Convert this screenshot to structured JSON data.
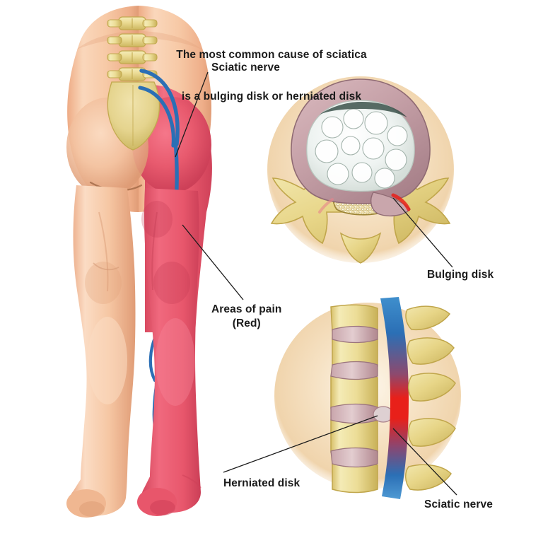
{
  "heading": {
    "line1": "The most common cause of sciatica",
    "line2": "is a bulging disk or herniated disk"
  },
  "labels": {
    "sciatic_nerve_body": "Sciatic nerve",
    "areas_of_pain": "Areas of pain\n(Red)",
    "bulging_disk": "Bulging disk",
    "herniated_disk": "Herniated disk",
    "sciatic_nerve_spine": "Sciatic nerve"
  },
  "colors": {
    "background": "#ffffff",
    "skin": "#f5c4a0",
    "skin_shadow": "#e6a880",
    "skin_highlight": "#fbdcc3",
    "pain_red": "#ea5a6e",
    "pain_red_dark": "#d4455c",
    "nerve_blue": "#2b6fb5",
    "bone_yellow": "#e8d88e",
    "bone_yellow_dark": "#cdb85f",
    "inset_beige": "#f3dab5",
    "disk_mauve": "#c9a6ac",
    "disk_mauve_dark": "#a98189",
    "nucleus_white": "#eef2f0",
    "inflamed_red": "#e8201a",
    "leader_line": "#1b1b1b",
    "text": "#1b1b1b"
  },
  "figures": {
    "body_posterior": {
      "name": "posterior-lower-body",
      "description": "Rear view of lower body showing lumbar vertebrae, sacrum, sciatic nerve and painful leg",
      "affected_side": "right",
      "pain_region": "right buttock, back of thigh, calf and foot"
    },
    "axial_vertebra": {
      "name": "bulging-disk-axial-view",
      "description": "Top-down cross section of a lumbar vertebra with a bulging disk pressing on the nerve root"
    },
    "lateral_spine": {
      "name": "herniated-disk-lateral-view",
      "description": "Side view of lumbar spine with herniated disk compressing the inflamed sciatic nerve"
    }
  }
}
